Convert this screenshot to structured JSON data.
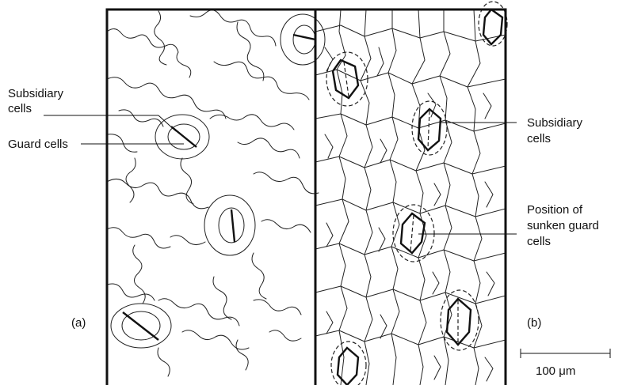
{
  "panel_a": {
    "label": "(a)",
    "callouts": {
      "subsidiary": "Subsidiary cells",
      "guard": "Guard cells"
    }
  },
  "panel_b": {
    "label": "(b)",
    "callouts": {
      "subsidiary": "Subsidiary cells",
      "sunken_guard": "Position of sunken guard cells"
    }
  },
  "scale_bar": {
    "label": "100 μm"
  }
}
